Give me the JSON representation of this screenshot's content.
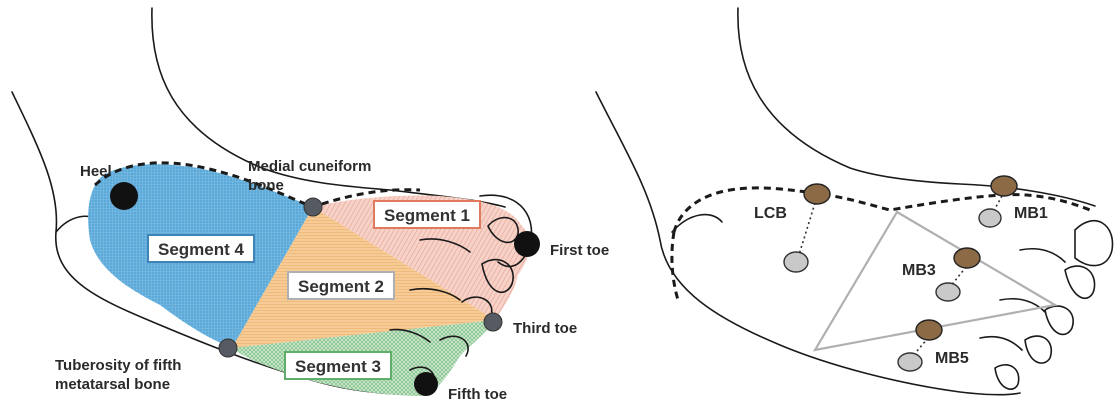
{
  "left_panel": {
    "labels": {
      "heel": "Heel",
      "medial_cuneiform_1": "Medial cuneiform",
      "medial_cuneiform_2": "bone",
      "first_toe": "First toe",
      "third_toe": "Third toe",
      "fifth_toe": "Fifth toe",
      "tuberosity_1": "Tuberosity of fifth",
      "tuberosity_2": "metatarsal bone"
    },
    "segments": [
      {
        "label": "Segment 1",
        "fill": "#f4c9bf",
        "border": "#e07a5f"
      },
      {
        "label": "Segment 2",
        "fill": "#f7c98f",
        "border": "#a9a9a9"
      },
      {
        "label": "Segment 3",
        "fill": "#bfe0c2",
        "border": "#5fae6a"
      },
      {
        "label": "Segment 4",
        "fill": "#5aa9d9",
        "border": "#3f84b8"
      }
    ]
  },
  "right_panel": {
    "labels": {
      "lcb": "LCB",
      "mb1": "MB1",
      "mb3": "MB3",
      "mb5": "MB5"
    },
    "marker_colors": {
      "brown": "#8b6a45",
      "gray": "#c9c9c9"
    }
  }
}
